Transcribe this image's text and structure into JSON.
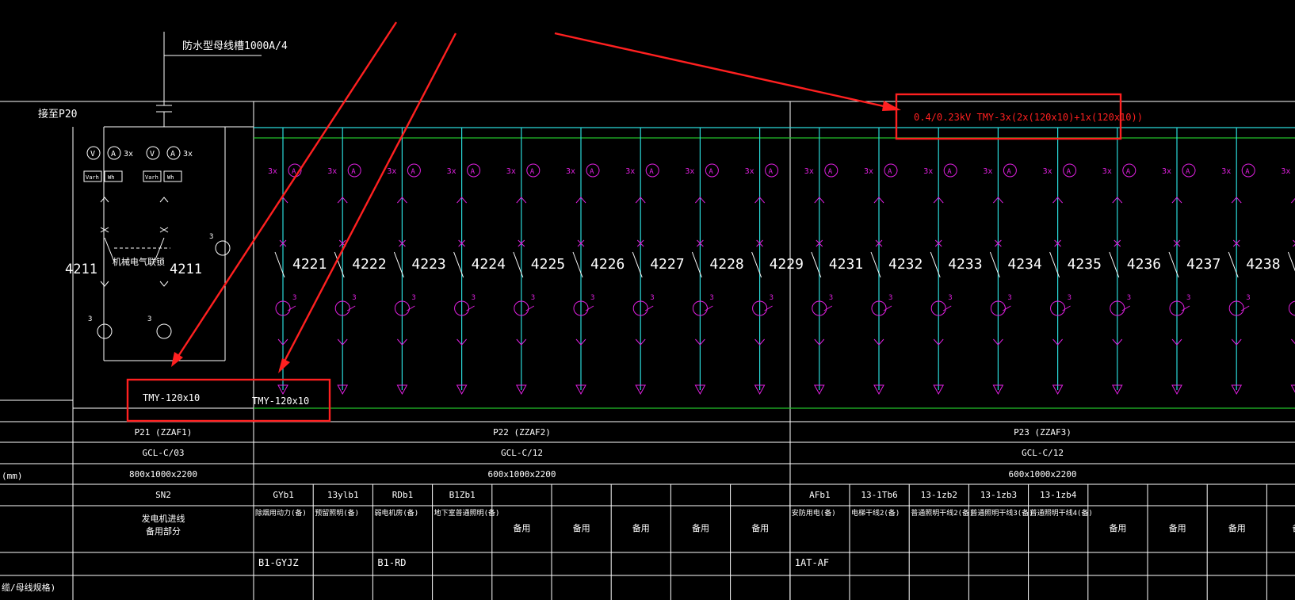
{
  "incoming": {
    "top_label": "防水型母线槽1000A/4",
    "connect_label": "接至P20"
  },
  "main_switch": {
    "left_num": "4211",
    "right_num": "4211",
    "interlock_label": "机械电气联锁",
    "ct_count": "3x",
    "ct_symbol": "A",
    "v_symbol": "V",
    "meter_varh": "Varh",
    "meter_wh": "Wh"
  },
  "bus_labels": {
    "left_bus": "TMY-120x10",
    "mid_bus": "TMY-120x10",
    "main_bus": "0.4/0.23kV TMY-3x(2x(120x10)+1x(120x10))"
  },
  "feeder_meter": {
    "count": "3x",
    "symbol": "A",
    "ct_count": "3"
  },
  "feeders": [
    "4221",
    "4222",
    "4223",
    "4224",
    "4225",
    "4226",
    "4227",
    "4228",
    "4229",
    "4231",
    "4232",
    "4233",
    "4234",
    "4235",
    "4236",
    "4237",
    "4238",
    ""
  ],
  "row_labels": [
    "",
    "",
    "(mm)",
    "",
    "",
    "",
    "缆/母线规格)"
  ],
  "panels": [
    {
      "name": "P21 (ZZAF1)",
      "model": "GCL-C/03",
      "size": "800x1000x2200"
    },
    {
      "name": "P22 (ZZAF2)",
      "model": "GCL-C/12",
      "size": "600x1000x2200"
    },
    {
      "name": "P23 (ZZAF3)",
      "model": "GCL-C/12",
      "size": "600x1000x2200"
    }
  ],
  "p21_cells": {
    "code": "SN2",
    "usage": [
      "发电机进线",
      "备用部分"
    ]
  },
  "circuits": [
    {
      "code": "GYb1",
      "usage": "除烟用动力(备)",
      "cable": "B1-GYJZ"
    },
    {
      "code": "13ylb1",
      "usage": "预留照明(备)",
      "cable": ""
    },
    {
      "code": "RDb1",
      "usage": "弱电机房(备)",
      "cable": "B1-RD"
    },
    {
      "code": "B1Zb1",
      "usage": "地下室普通照明(备)",
      "cable": ""
    },
    {
      "code": "",
      "usage": "备用",
      "cable": ""
    },
    {
      "code": "",
      "usage": "备用",
      "cable": ""
    },
    {
      "code": "",
      "usage": "备用",
      "cable": ""
    },
    {
      "code": "",
      "usage": "备用",
      "cable": ""
    },
    {
      "code": "",
      "usage": "备用",
      "cable": ""
    },
    {
      "code": "AFb1",
      "usage": "安防用电(备)",
      "cable": "1AT-AF"
    },
    {
      "code": "13-1Tb6",
      "usage": "电梯干线2(备)",
      "cable": ""
    },
    {
      "code": "13-1zb2",
      "usage": "普通照明干线2(备)",
      "cable": ""
    },
    {
      "code": "13-1zb3",
      "usage": "普通照明干线3(备)",
      "cable": ""
    },
    {
      "code": "13-1zb4",
      "usage": "普通照明干线4(备)",
      "cable": ""
    },
    {
      "code": "",
      "usage": "备用",
      "cable": ""
    },
    {
      "code": "",
      "usage": "备用",
      "cable": ""
    },
    {
      "code": "",
      "usage": "备用",
      "cable": ""
    },
    {
      "code": "",
      "usage": "备",
      "cable": ""
    }
  ],
  "colors": {
    "background": "#000000",
    "line": "#ffffff",
    "cyan": "#2ad9d9",
    "magenta": "#e020e0",
    "green": "#22c02a",
    "red": "#ff2020"
  }
}
